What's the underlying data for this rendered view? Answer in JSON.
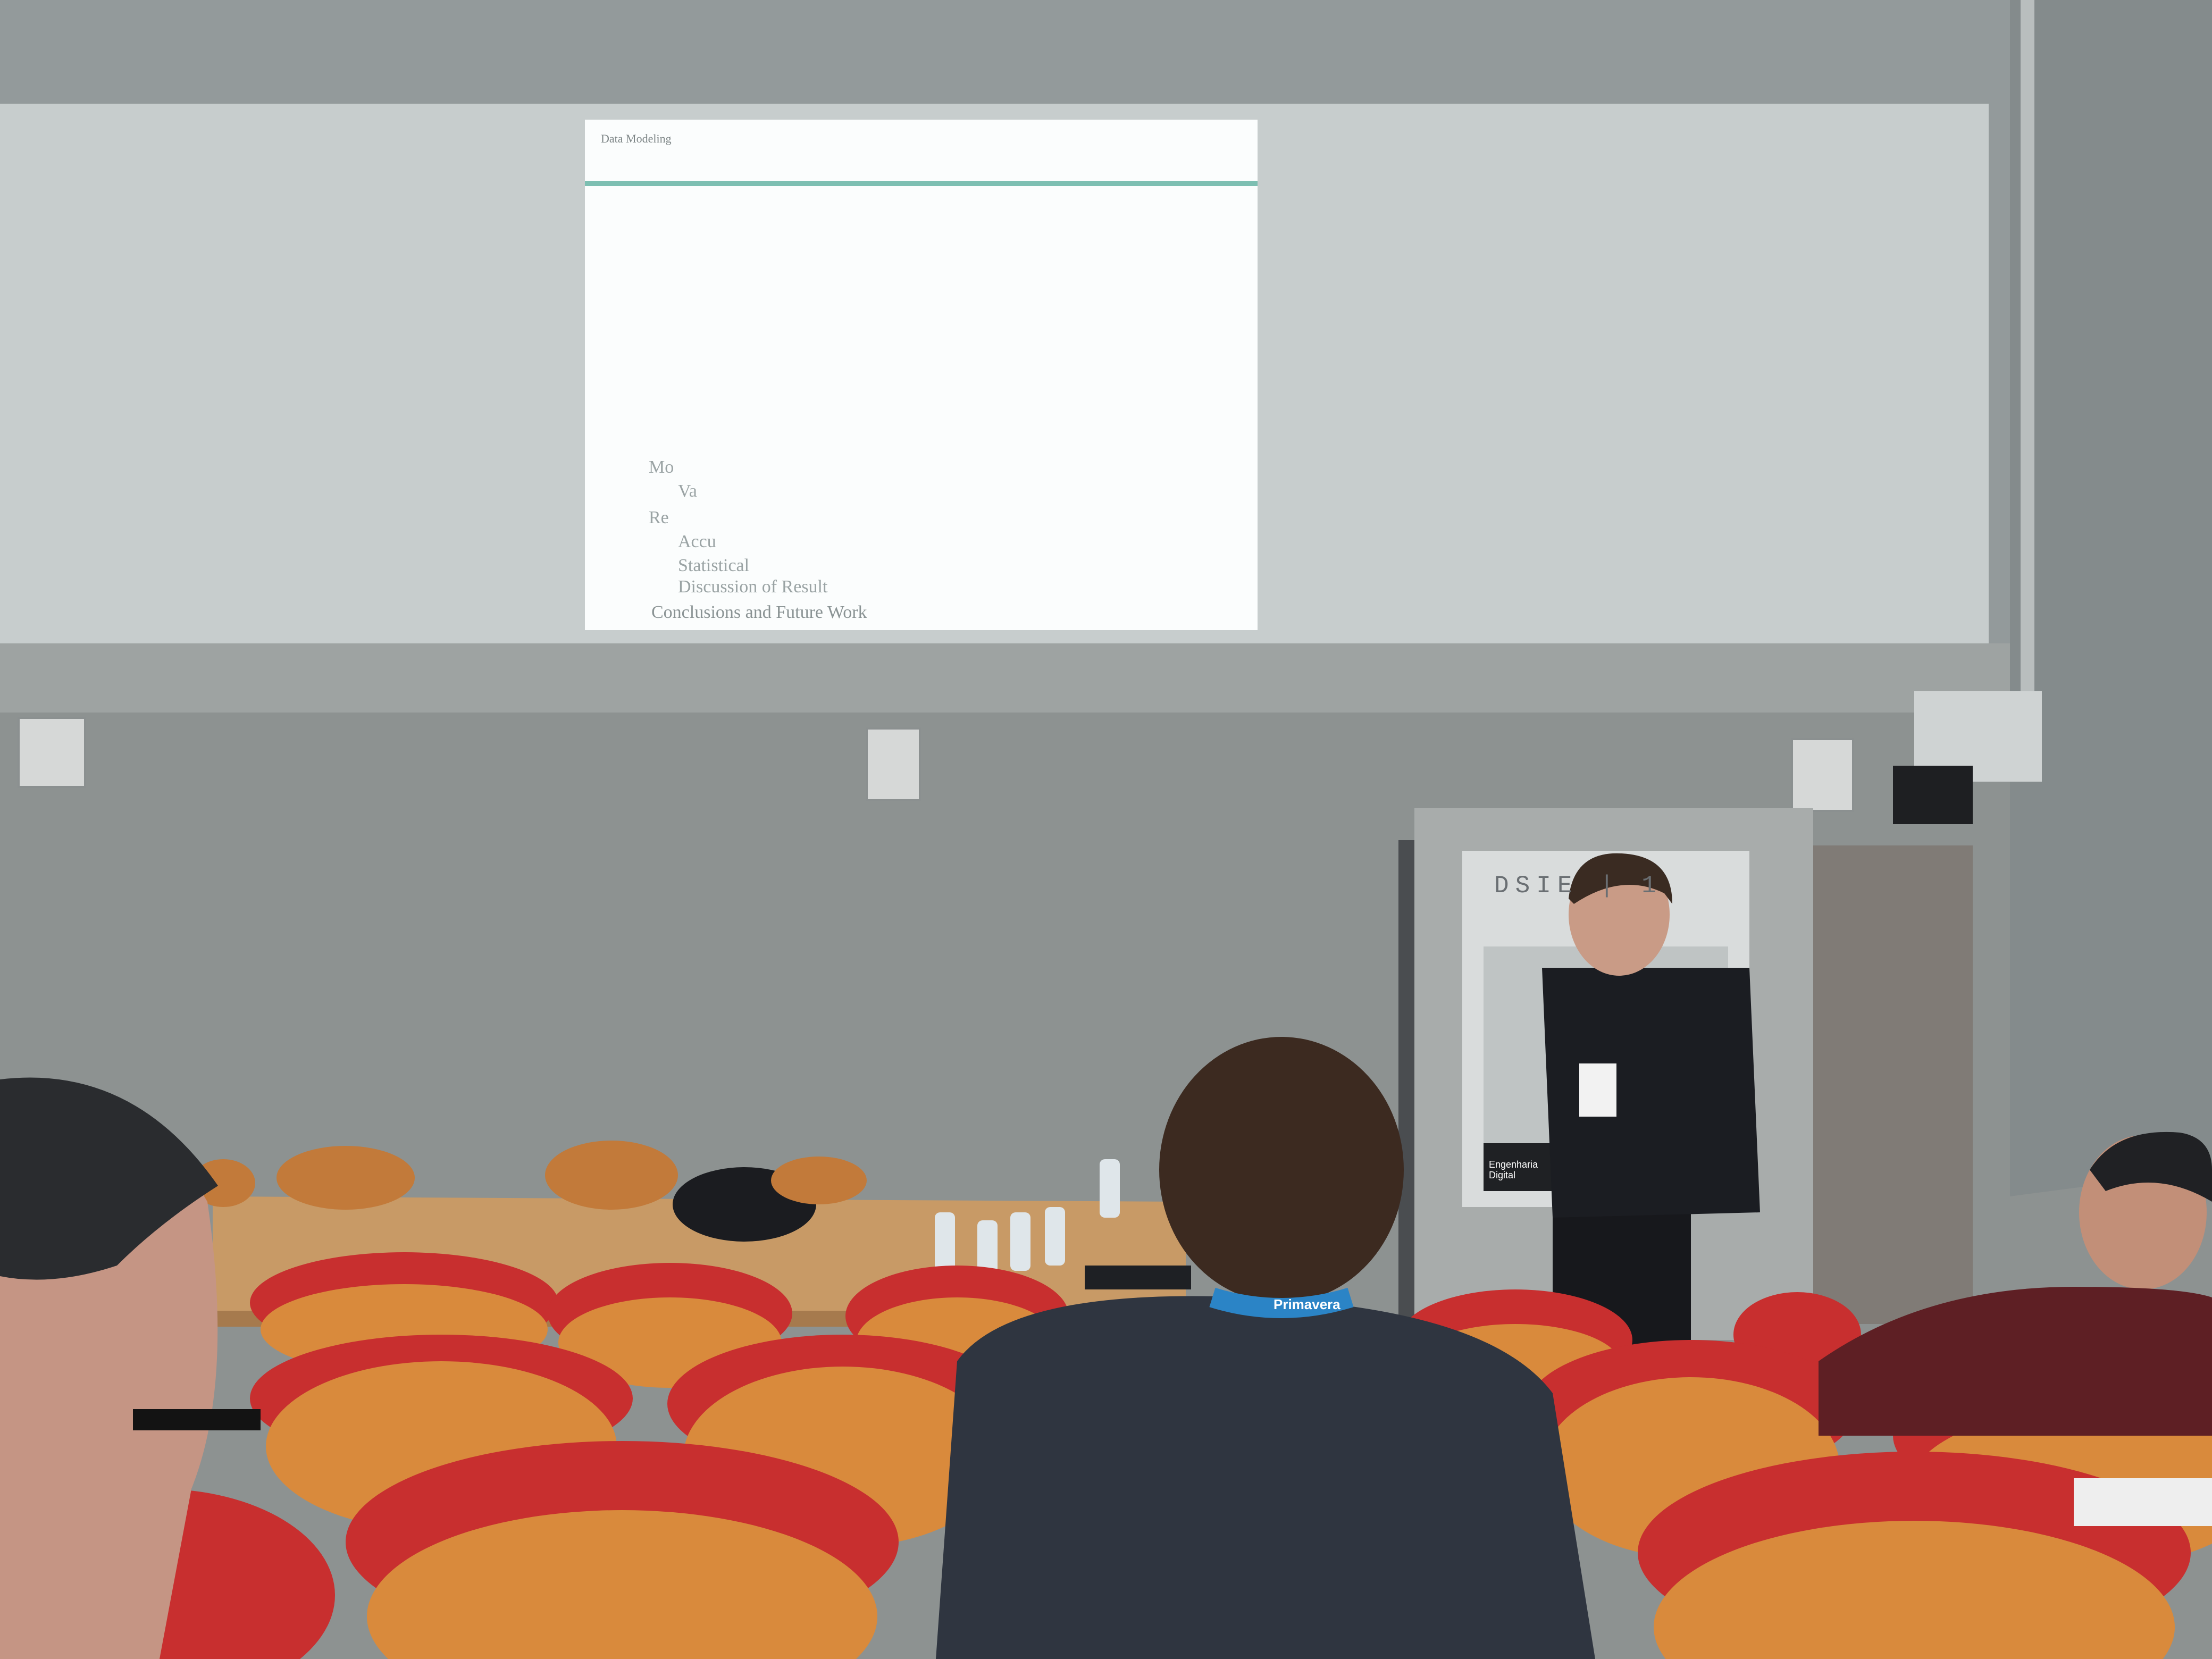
{
  "scene": {
    "description_free": true,
    "colors": {
      "upper_wall": "#939a9b",
      "screen": "#c9cfcf",
      "projected_slide": "#fbfdfd",
      "slide_bar": "#7dbfb2",
      "lower_wall": "#8e9392",
      "seat_red": "#c82f2f",
      "seat_wood": "#d98a3c",
      "desk": "#c89a66",
      "speaker_clothes": "#1b1d22",
      "lanyard": "#2b84c6"
    }
  },
  "slide": {
    "header": "Data Modeling",
    "lines": [
      "Mo",
      "Va",
      "Re",
      "Accu",
      "Statistical",
      "Discussion of Result",
      "Conclusions and Future Work"
    ]
  },
  "poster": {
    "title": "DSIE | 1",
    "footer": "Engenharia Digital"
  },
  "lanyard": {
    "text": "Primavera"
  }
}
